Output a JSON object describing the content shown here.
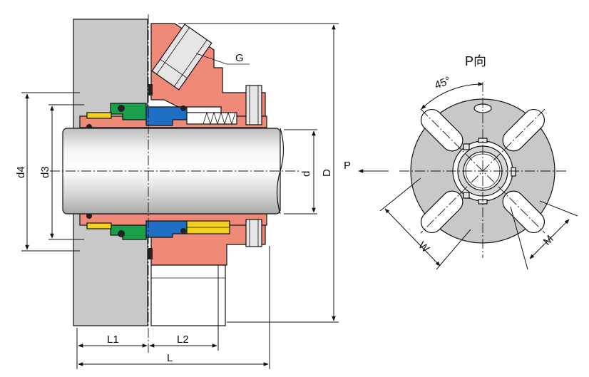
{
  "labels": {
    "G": "G",
    "d4": "d4",
    "d3": "d3",
    "d": "d",
    "D": "D",
    "L1": "L1",
    "L2": "L2",
    "L": "L",
    "P": "P",
    "P_view": "P向",
    "angle": "45°",
    "W": "W",
    "M": "M"
  },
  "colors": {
    "housing": "#f08a78",
    "gland_gray": "#c8c8c8",
    "seat_green": "#1aa04a",
    "ring_blue": "#1f6fc4",
    "spring_yellow": "#f2d21a",
    "shaft": "#d9d9d9",
    "line": "#111111"
  }
}
